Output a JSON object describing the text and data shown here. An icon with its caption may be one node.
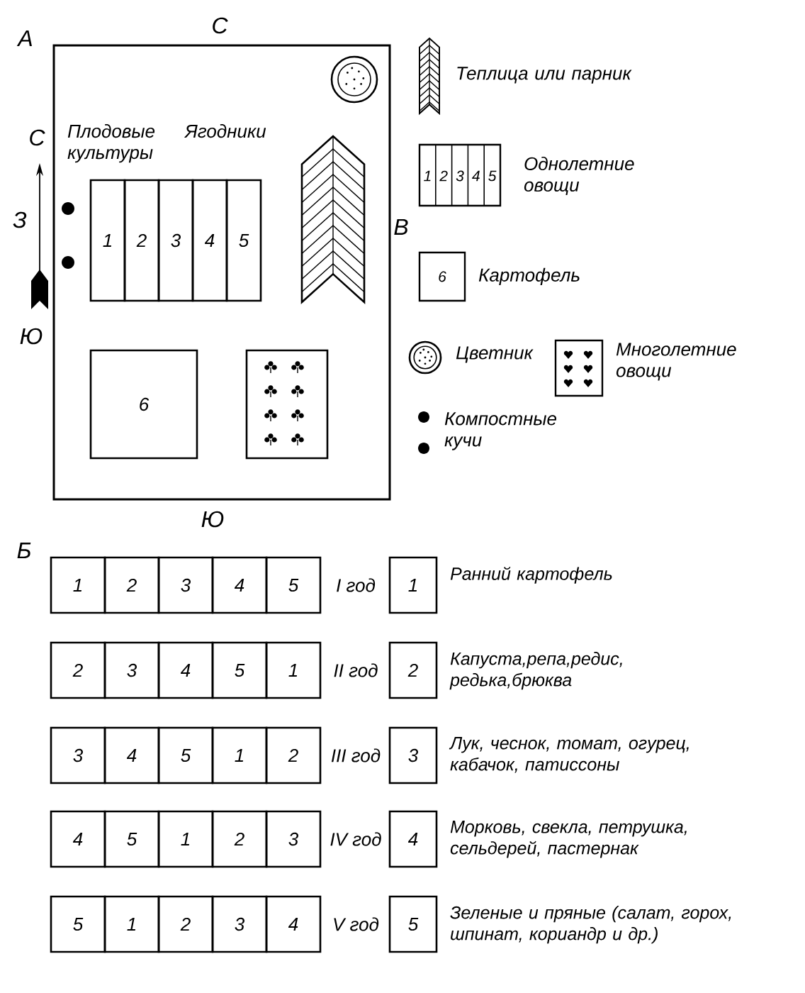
{
  "diagram": {
    "nodes": [
      {
        "text": [
          "Плодовые культуры",
          "Ягодники"
        ]
      },
      {
        "text": [
          "1"
        ],
        "in": 0
      },
      {
        "text": [
          "2"
        ],
        "in": 0
      },
      {
        "text": [
          "3"
        ],
        "in": 0
      },
      {
        "text": [
          "4"
        ],
        "in": 0
      },
      {
        "text": [
          "5"
        ],
        "in": 0
      },
      {
        "text": [
          "6"
        ],
        "in": 0
      },
      {
        "text": [],
        "shape": "box",
        "in": 0
      },
      {
        "text": [
          "1"
        ]
      },
      {
        "text": [
          "2"
        ]
      },
      {
        "text": [
          "3"
        ]
      },
      {
        "text": [
          "4"
        ]
      },
      {
        "text": [
          "5"
        ]
      },
      {
        "text": [
          "1"
        ],
        "beside": [
          "Ранний картофель"
        ]
      },
      {
        "text": [
          "2"
        ]
      },
      {
        "text": [
          "3"
        ]
      },
      {
        "text": [
          "4"
        ]
      },
      {
        "text": [
          "5"
        ]
      },
      {
        "text": [
          "1"
        ]
      },
      {
        "text": [
          "2"
        ],
        "beside": [
          "Капуста,репа,редис, редька,брюква"
        ]
      },
      {
        "text": [
          "3"
        ]
      },
      {
        "text": [
          "4"
        ]
      },
      {
        "text": [
          "5"
        ]
      },
      {
        "text": [
          "1"
        ]
      },
      {
        "text": [
          "2"
        ]
      },
      {
        "text": [
          "3"
        ],
        "beside": [
          "Лук, чеснок, томат, огурец, кабачок, патиссоны"
        ]
      },
      {
        "text": [
          "4"
        ]
      },
      {
        "text": [
          "5"
        ]
      },
      {
        "text": [
          "1"
        ]
      },
      {
        "text": [
          "2"
        ]
      },
      {
        "text": [
          "3"
        ]
      },
      {
        "text": [
          "4"
        ],
        "beside": [
          "Морковь, свекла, петрушка, сельдерей, пастернак"
        ]
      },
      {
        "text": [
          "5"
        ]
      },
      {
        "text": [
          "1"
        ]
      },
      {
        "text": [
          "2"
        ]
      },
      {
        "text": [
          "3"
        ]
      },
      {
        "text": [
          "4"
        ]
      },
      {
        "text": [
          "5"
        ],
        "beside": [
          "Зеленые и пряные (салат, горох, шпинат, кориандр и др.)"
        ]
      }
    ],
    "labels": [
      "А",
      "С",
      "С",
      "З",
      "Ю",
      "В",
      "Ю",
      "1",
      "2",
      "3",
      "4",
      "5",
      "6",
      "Б",
      "I год",
      "II год",
      "III год",
      "IV год",
      "V год"
    ],
    "legend": [
      {
        "text": "Теплица или парник"
      },
      {
        "text": "Однолетние овощи"
      },
      {
        "text": "Картофель"
      },
      {
        "text": "Цветник"
      },
      {
        "text": "Многолетние овощи"
      },
      {
        "text": "Компостные кучи"
      }
    ]
  }
}
